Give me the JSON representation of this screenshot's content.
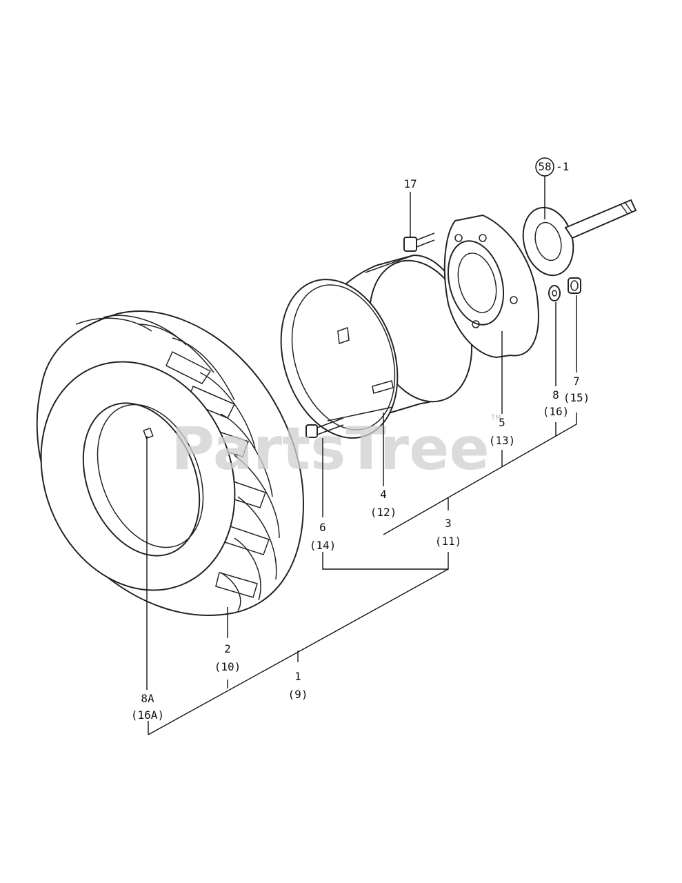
{
  "watermark": {
    "text": "PartsTree",
    "tm": "TM"
  },
  "callouts": {
    "c58": "58",
    "c58_suffix": "-1",
    "c17": "17",
    "c7": "7",
    "c7b": "(15)",
    "c8": "8",
    "c8b": "(16)",
    "c5": "5",
    "c5b": "(13)",
    "c4": "4",
    "c4b": "(12)",
    "c6": "6",
    "c6b": "(14)",
    "c3": "3",
    "c3b": "(11)",
    "c2": "2",
    "c2b": "(10)",
    "c1": "1",
    "c1b": "(9)",
    "c8a": "8A",
    "c8ab": "(16A)"
  }
}
